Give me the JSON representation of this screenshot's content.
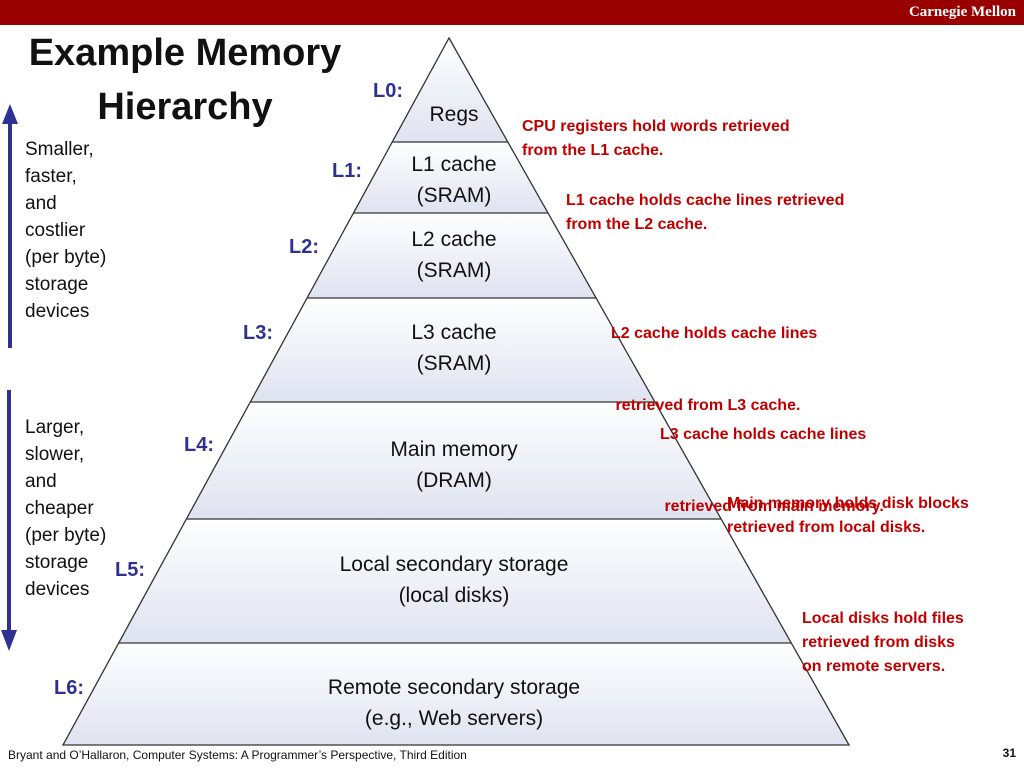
{
  "header": {
    "brand": "Carnegie Mellon"
  },
  "title": {
    "line1": "Example Memory",
    "line2": "Hierarchy"
  },
  "side": {
    "top": [
      "Smaller,",
      "faster,",
      "and",
      "costlier",
      "(per byte)",
      "storage",
      "devices"
    ],
    "bottom": [
      "Larger,",
      "slower,",
      "and",
      "cheaper",
      "(per byte)",
      "storage",
      "devices"
    ]
  },
  "levels": [
    {
      "label": "L0:",
      "name": [
        "Regs"
      ],
      "note": [
        "CPU registers hold words retrieved",
        "from the L1 cache."
      ]
    },
    {
      "label": "L1:",
      "name": [
        "L1 cache",
        "(SRAM)"
      ],
      "note": [
        "L1 cache holds cache lines retrieved",
        "from the L2 cache."
      ]
    },
    {
      "label": "L2:",
      "name": [
        "L2 cache",
        "(SRAM)"
      ],
      "note": [
        "L2 cache holds cache lines",
        " retrieved from L3 cache."
      ]
    },
    {
      "label": "L3:",
      "name": [
        "L3 cache",
        "(SRAM)"
      ],
      "note": [
        "L3 cache holds cache lines",
        " retrieved from main memory."
      ]
    },
    {
      "label": "L4:",
      "name": [
        "Main memory",
        "(DRAM)"
      ],
      "note": [
        "Main memory holds disk blocks",
        "retrieved from local disks."
      ]
    },
    {
      "label": "L5:",
      "name": [
        "Local secondary storage",
        "(local disks)"
      ],
      "note": [
        "Local disks hold files",
        "retrieved from disks",
        "on remote servers."
      ]
    },
    {
      "label": "L6:",
      "name": [
        "Remote secondary storage",
        "(e.g., Web servers)"
      ],
      "note": []
    }
  ],
  "footer": {
    "citation": "Bryant and O’Hallaron, Computer Systems: A Programmer’s Perspective, Third Edition",
    "page": "31"
  },
  "colors": {
    "header_bar": "#990000",
    "level_label": "#2e3192",
    "note_text": "#c00000",
    "arrow": "#2e3192"
  }
}
